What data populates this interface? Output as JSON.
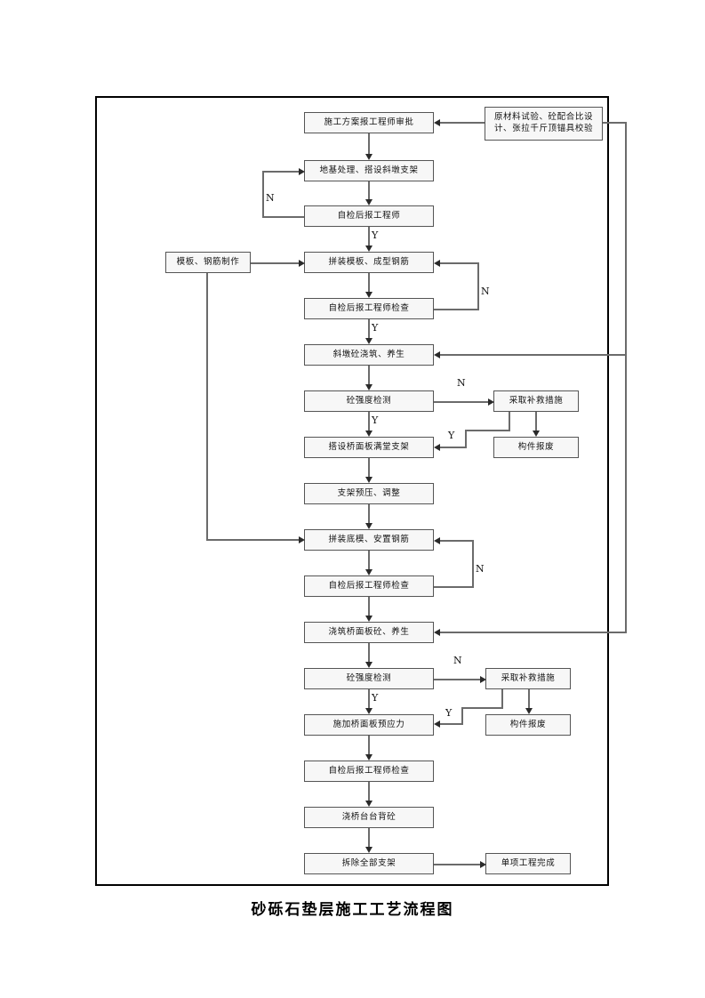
{
  "document": {
    "caption": "砂砾石垫层施工工艺流程图"
  },
  "nodes": {
    "n01": {
      "label": "施工方案报工程师审批"
    },
    "n02": {
      "label": "原材料试验、砼配合比设计、张拉千斤顶锚具校验"
    },
    "n03": {
      "label": "地基处理、搭设斜墩支架"
    },
    "n04": {
      "label": "自检后报工程师"
    },
    "n05": {
      "label": "模板、钢筋制作"
    },
    "n06": {
      "label": "拼装模板、成型钢筋"
    },
    "n07": {
      "label": "自检后报工程师检查"
    },
    "n08": {
      "label": "斜墩砼浇筑、养生"
    },
    "n09": {
      "label": "砼强度检测"
    },
    "n10": {
      "label": "采取补救措施"
    },
    "n11": {
      "label": "搭设桥面板满堂支架"
    },
    "n12": {
      "label": "构件报废"
    },
    "n13": {
      "label": "支架预压、调整"
    },
    "n14": {
      "label": "拼装底模、安置钢筋"
    },
    "n15": {
      "label": "自检后报工程师检查"
    },
    "n16": {
      "label": "浇筑桥面板砼、养生"
    },
    "n17": {
      "label": "砼强度检测"
    },
    "n18": {
      "label": "采取补救措施"
    },
    "n19": {
      "label": "施加桥面板预应力"
    },
    "n20": {
      "label": "构件报废"
    },
    "n21": {
      "label": "自检后报工程师检查"
    },
    "n22": {
      "label": "浇桥台台背砼"
    },
    "n23": {
      "label": "拆除全部支架"
    },
    "n24": {
      "label": "单项工程完成"
    }
  },
  "branch_labels": {
    "b01": "N",
    "b02": "Y",
    "b03": "N",
    "b04": "Y",
    "b05": "N",
    "b06": "Y",
    "b07": "N",
    "b08": "Y",
    "b09": "N",
    "b10": "Y",
    "b11": "Y"
  },
  "colors": {
    "frame": "#000000",
    "box_border": "#555555",
    "box_fill": "#f7f7f7",
    "connector": "#6b6b6b",
    "arrowhead": "#2a2a2a",
    "text": "#111111"
  }
}
